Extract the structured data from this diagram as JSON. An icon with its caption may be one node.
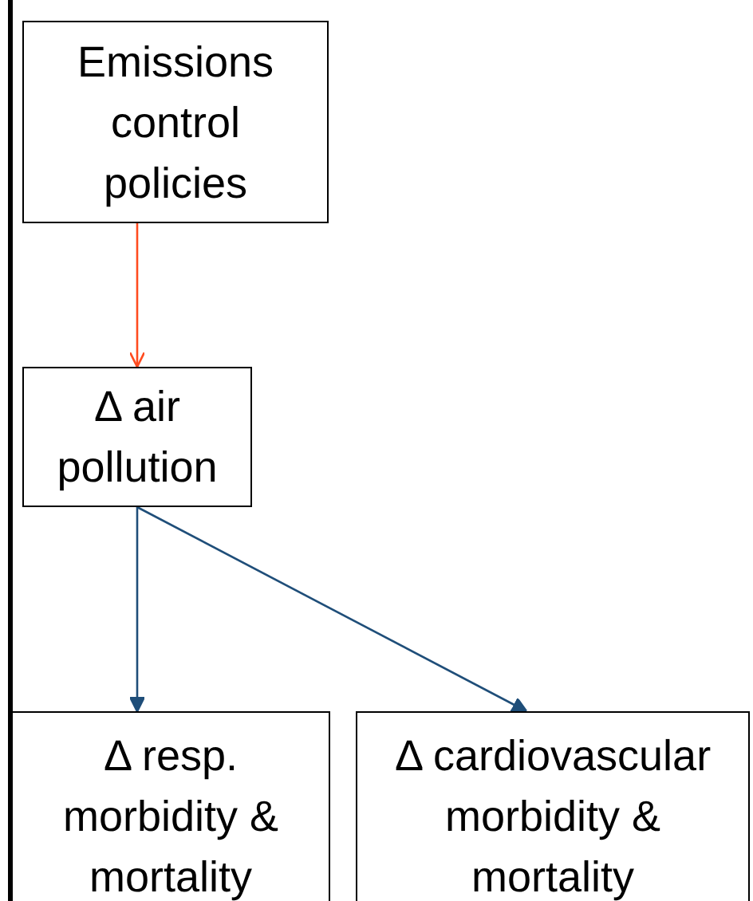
{
  "diagram": {
    "nodes": [
      {
        "text": [
          "Emissions control policies"
        ]
      },
      {
        "text": [
          "Δ air pollution"
        ]
      },
      {
        "text": [
          "Δ resp. morbidity & mortality"
        ]
      },
      {
        "text": [
          "Δ cardiovascular morbidity & mortality"
        ]
      }
    ],
    "edges": [
      {
        "from": 0,
        "to": 1,
        "arrow": "to",
        "color": "#ff4b1f"
      },
      {
        "from": 1,
        "to": 2,
        "arrow": "to"
      },
      {
        "from": 1,
        "to": 3,
        "arrow": "to"
      }
    ]
  }
}
